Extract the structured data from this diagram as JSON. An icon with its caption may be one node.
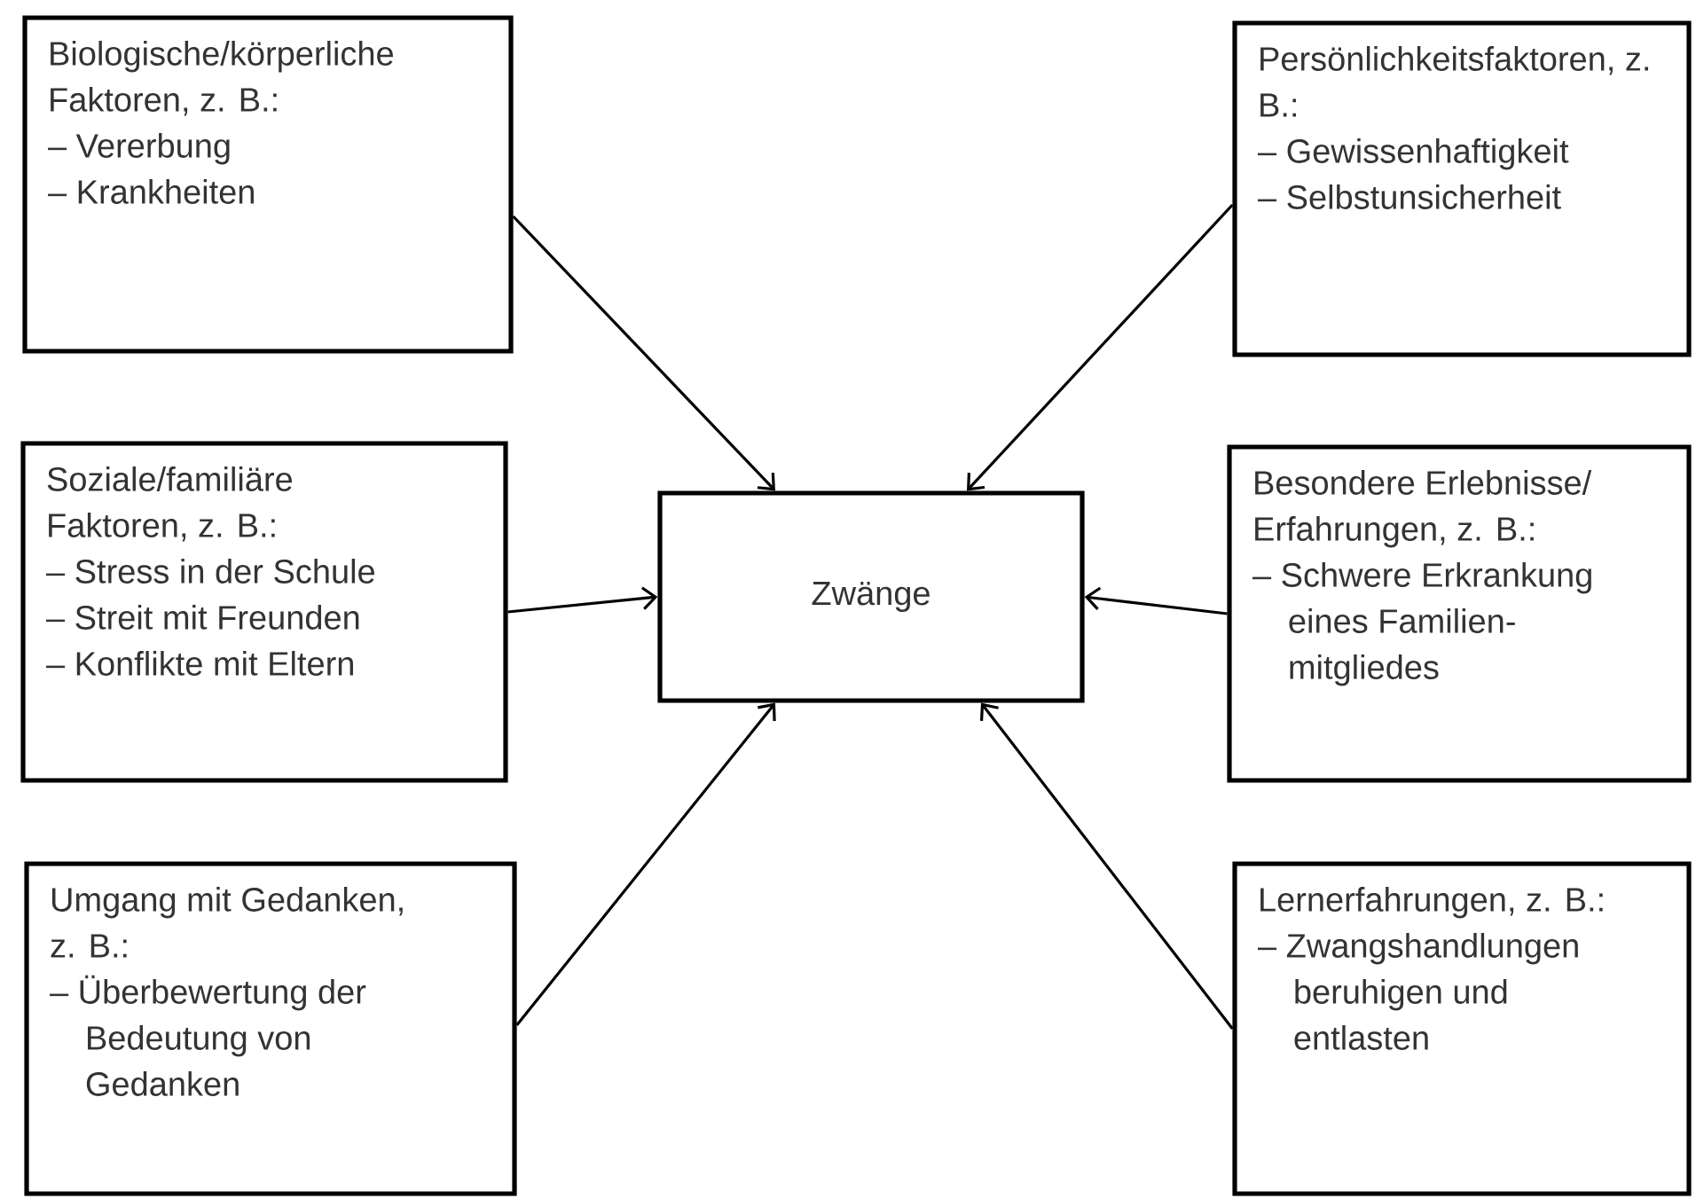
{
  "diagram": {
    "nodes": [
      {
        "text": [
          "Biologische/körperliche Faktoren, z. B.:",
          "– Vererbung",
          "– Krankheiten"
        ]
      },
      {
        "text": [
          "Persönlichkeitsfaktoren, z. B.:",
          "– Gewissenhaftigkeit",
          "– Selbstunsicherheit"
        ]
      },
      {
        "text": [
          "Soziale/familiäre Faktoren, z. B.:",
          "– Stress in der Schule",
          "– Streit mit Freunden",
          "– Konflikte mit Eltern"
        ]
      },
      {
        "text": [
          "Zwänge"
        ]
      },
      {
        "text": [
          "Besondere Erlebnisse/ Erfahrungen, z. B.:",
          "– Schwere Erkrankung eines Familien- mitgliedes"
        ]
      },
      {
        "text": [
          "Umgang mit Gedanken, z. B.:",
          "– Überbewertung der Bedeutung von Gedanken"
        ]
      },
      {
        "text": [
          "Lernerfahrungen, z. B.:",
          "– Zwangshandlungen beruhigen und entlasten"
        ]
      }
    ],
    "edges": [
      {
        "from": 0,
        "to": 3,
        "arrow": "to"
      },
      {
        "from": 1,
        "to": 3,
        "arrow": "to"
      },
      {
        "from": 2,
        "to": 3,
        "arrow": "to"
      },
      {
        "from": 4,
        "to": 3,
        "arrow": "to"
      },
      {
        "from": 5,
        "to": 3,
        "arrow": "to"
      },
      {
        "from": 6,
        "to": 3,
        "arrow": "to"
      }
    ]
  }
}
